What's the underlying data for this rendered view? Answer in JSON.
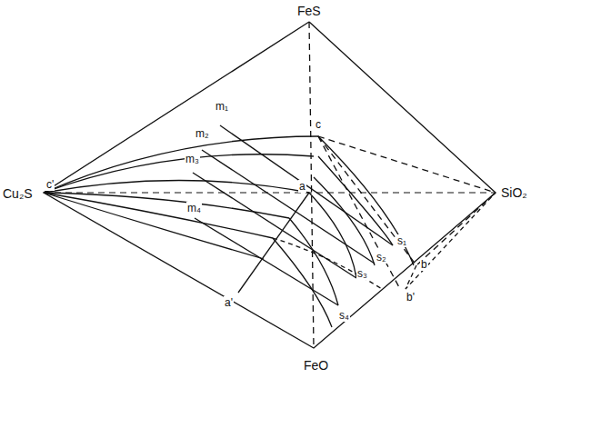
{
  "diagram": {
    "labels": [
      "FeS",
      "Cu₂S",
      "SiO₂",
      "FeO",
      "c",
      "a",
      "b",
      "b'",
      "a'",
      "m₁",
      "m₂",
      "m₃",
      "m₄",
      "s₁",
      "s₂",
      "s₃",
      "s₄",
      "c'"
    ]
  }
}
